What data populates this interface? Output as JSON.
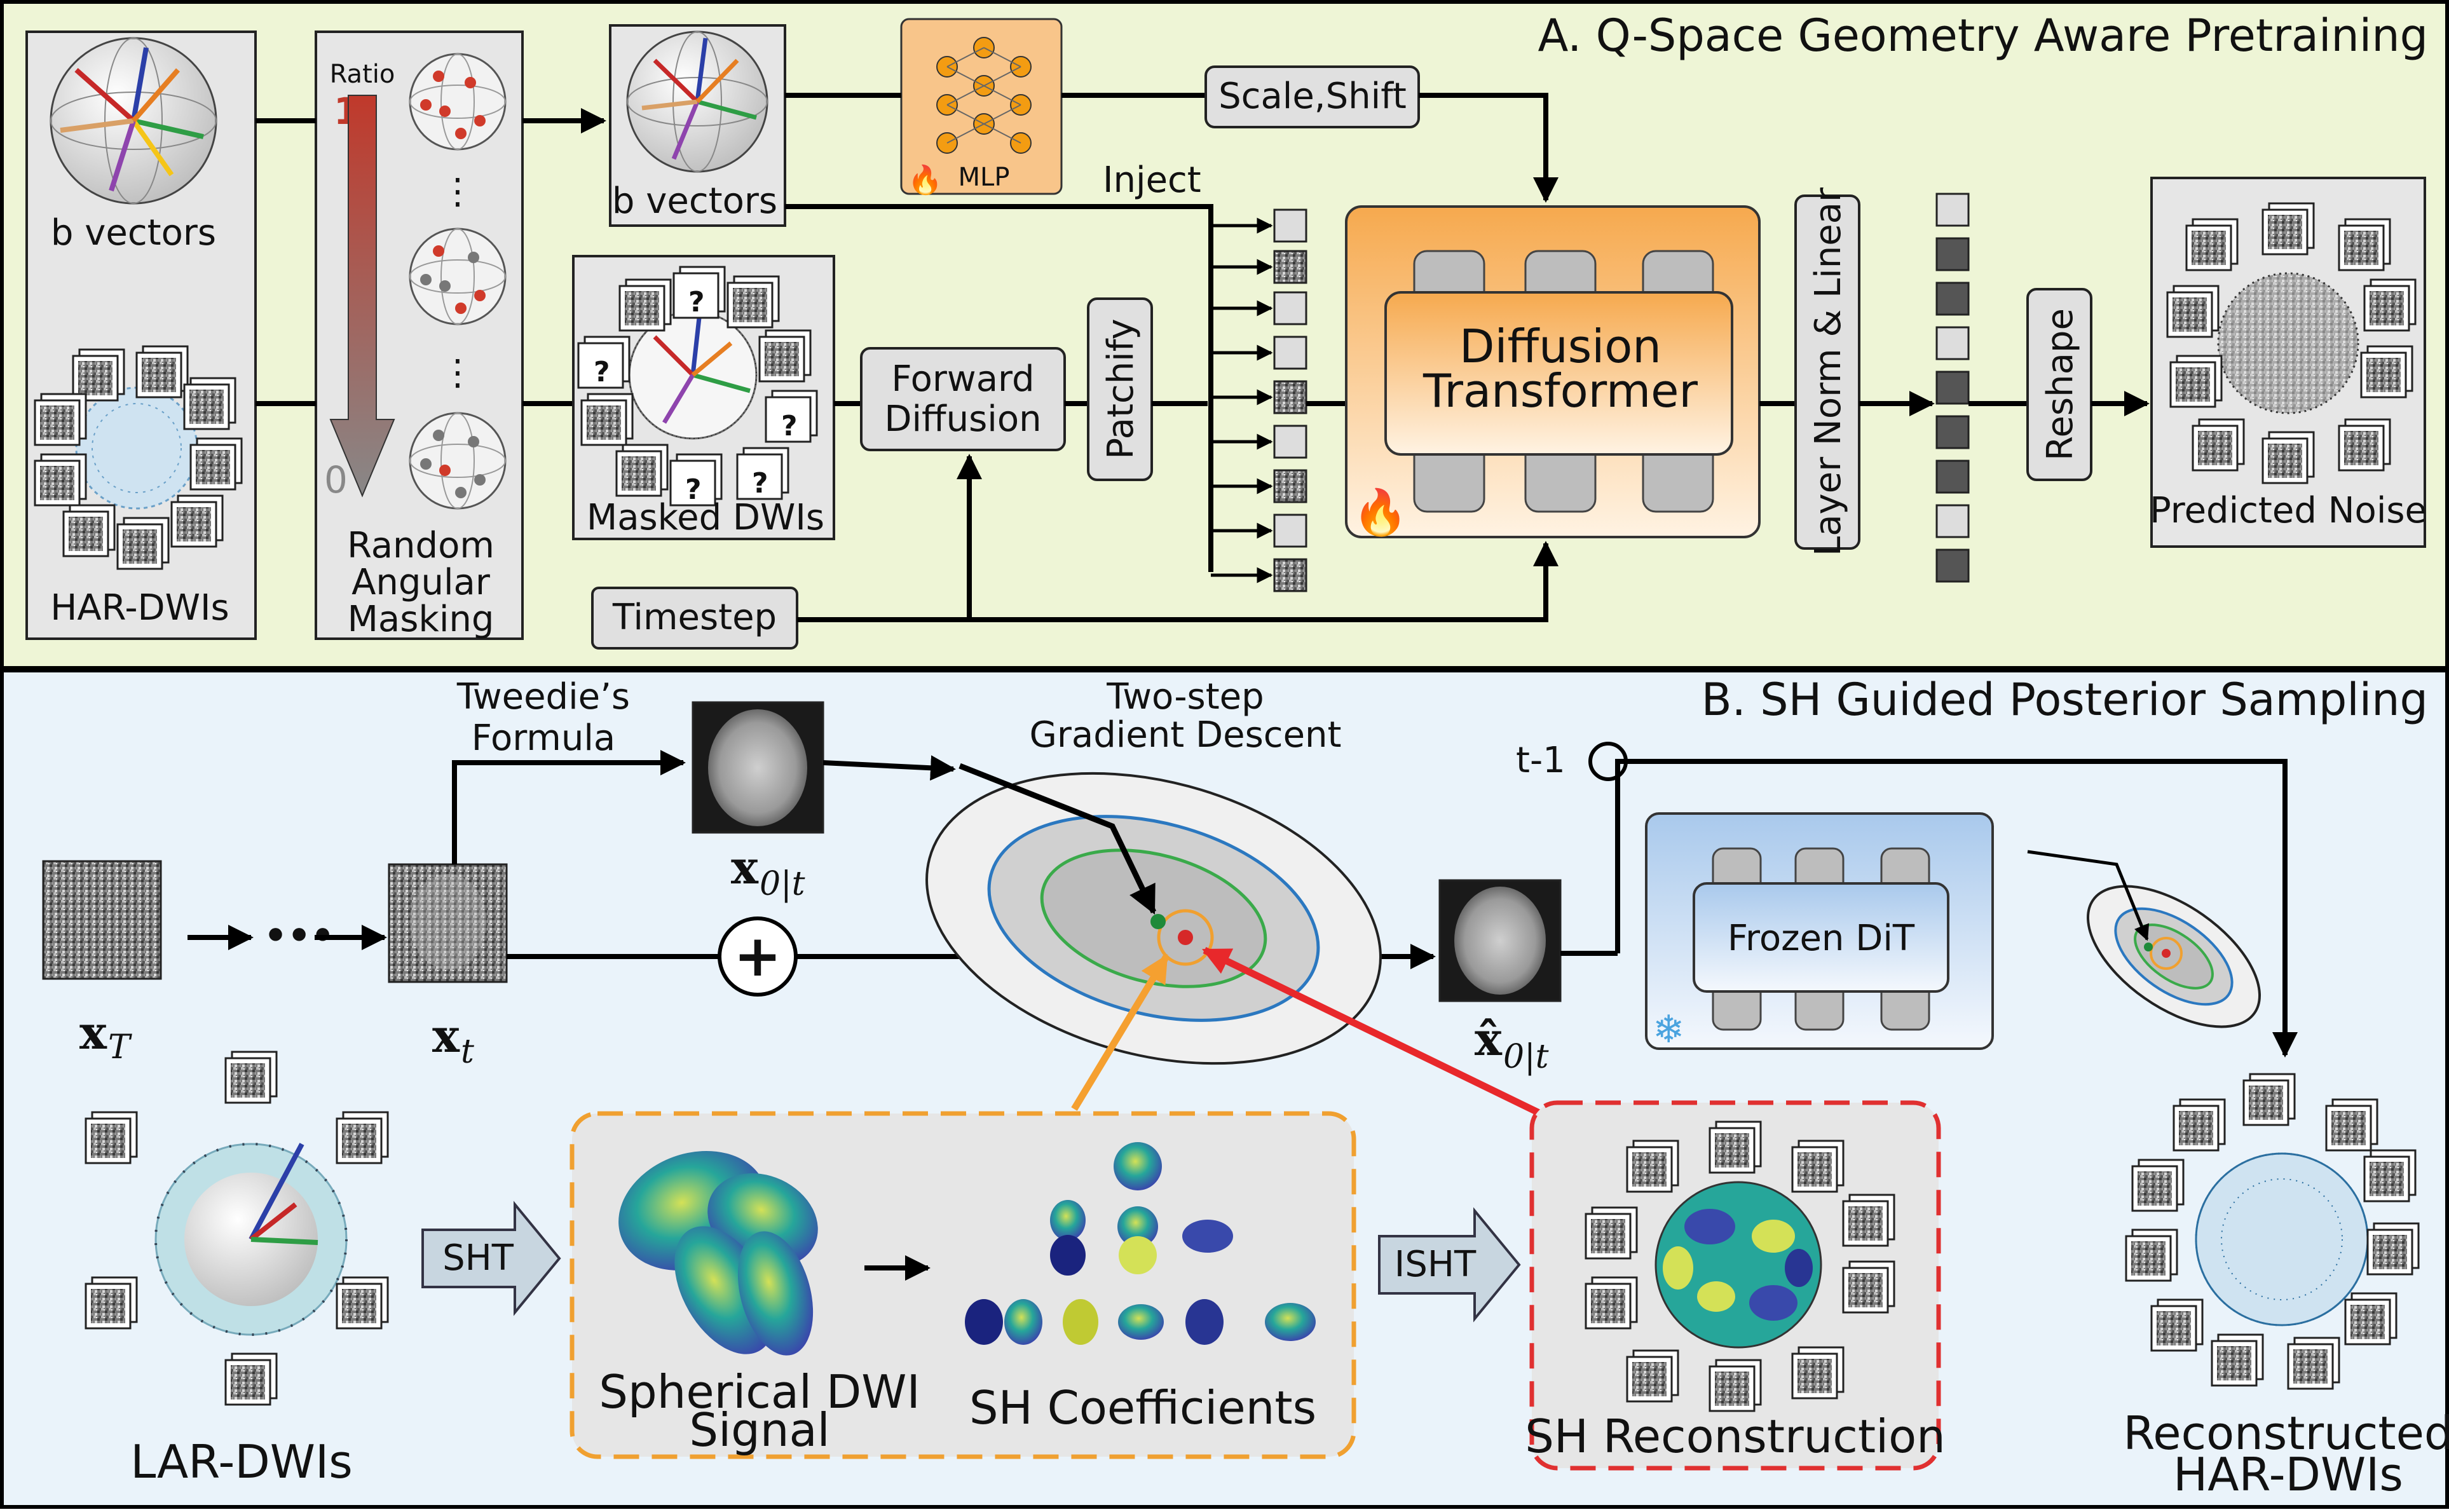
{
  "panel_a": {
    "title": "A. Q-Space Geometry Aware Pretraining",
    "b_vectors_label": "b vectors",
    "har_dwis_label": "HAR-DWIs",
    "ratio_label": "Ratio",
    "ratio_max": "1",
    "ratio_min": "0",
    "ellipsis": "⋮",
    "masking_label_lines": [
      "Random",
      "Angular",
      "Masking"
    ],
    "b_vectors_label_2": "b vectors",
    "masked_dwis_label": "Masked DWIs",
    "question_mark": "?",
    "mlp_label": "MLP",
    "scale_shift_label": "Scale,Shift",
    "inject_label": "Inject",
    "forward_diffusion_lines": [
      "Forward",
      "Diffusion"
    ],
    "patchify_label": "Patchify",
    "timestep_label": "Timestep",
    "diffusion_transformer_lines": [
      "Diffusion",
      "Transformer"
    ],
    "layer_norm_label": "Layer Norm & Linear",
    "reshape_label": "Reshape",
    "predicted_noise_label": "Predicted Noise",
    "colors": {
      "background": "#eef5d6",
      "dit": "#f6a94e",
      "mlp": "#f8c58a",
      "arrow_ratio": "#c0392b"
    }
  },
  "panel_b": {
    "title": "B. SH Guided Posterior Sampling",
    "tweedie_lines": [
      "Tweedie’s",
      "Formula"
    ],
    "gradient_lines": [
      "Two-step",
      "Gradient Descent"
    ],
    "x_T": "x",
    "x_T_sub": "T",
    "x_t": "x",
    "x_t_sub": "t",
    "x0t": "x",
    "x0t_sub": "0|t",
    "x0t_hat": "x̂",
    "x0t_hat_sub": "0|t",
    "plus": "+",
    "dots": "•••",
    "t_minus_1": "t-1",
    "frozen_dit_label": "Frozen DiT",
    "lar_dwis_label": "LAR-DWIs",
    "sht_label": "SHT",
    "isht_label": "ISHT",
    "spherical_signal_lines": [
      "Spherical DWI",
      "Signal"
    ],
    "sh_coefficients_label": "SH Coefficients",
    "sh_reconstruction_label": "SH Reconstruction",
    "reconstructed_lines": [
      "Reconstructed",
      "HAR-DWIs"
    ],
    "colors": {
      "background": "#eaf3fa",
      "frozen": "#bcd6f0",
      "orange_dash": "#f0a030",
      "red_dash": "#e03030",
      "arrow_orange": "#f5a030",
      "arrow_red": "#e8282b"
    }
  }
}
